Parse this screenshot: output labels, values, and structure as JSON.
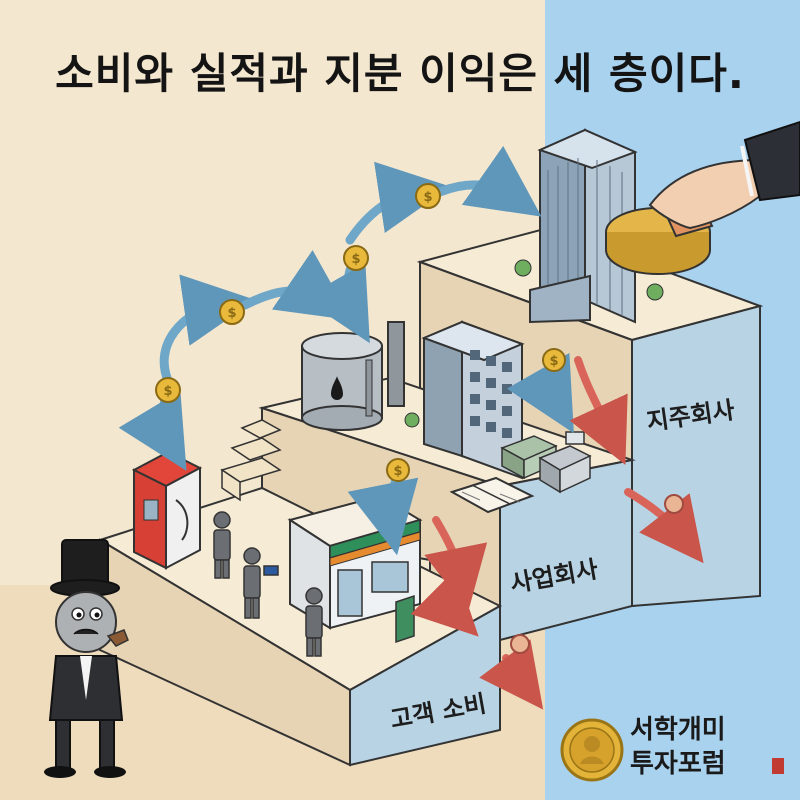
{
  "title": "소비와 실적과 지분 이익은 세 층이다.",
  "tiers": {
    "bottom": "고객 소비",
    "middle": "사업회사",
    "top": "지주회사"
  },
  "logo": {
    "line1": "서학개미",
    "line2": "투자포럼"
  },
  "colors": {
    "wall_blue": "#b8d3e4",
    "sky_blue": "#a9d2ef",
    "beige_bg": "#f4e7cf",
    "arrow_blue": "#6fa7c9",
    "arrow_red": "#d9655a",
    "coin_gold": "#e8b93b"
  }
}
